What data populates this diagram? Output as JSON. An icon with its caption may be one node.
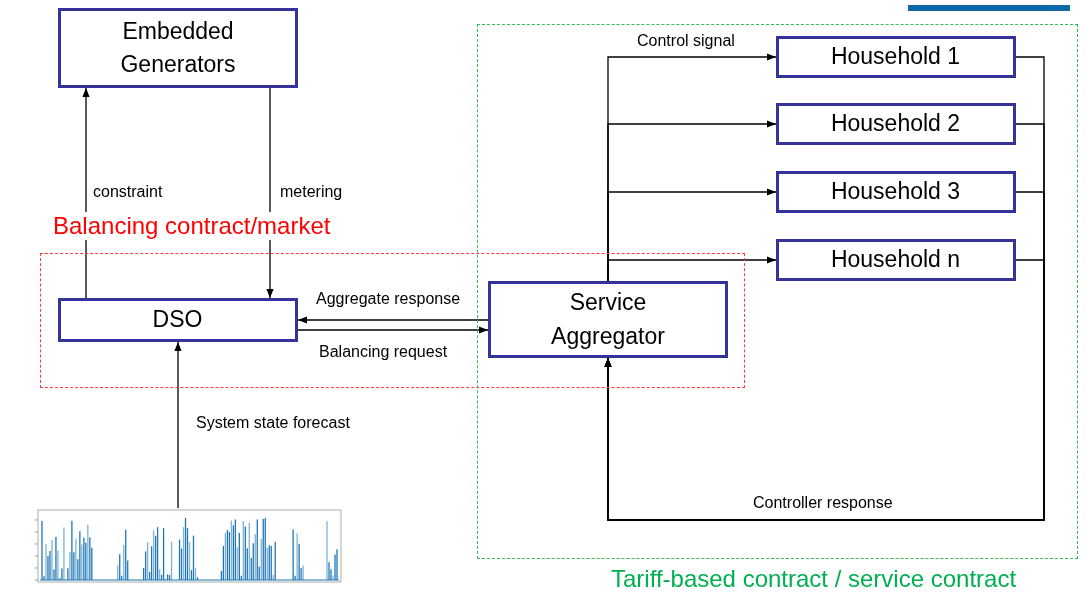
{
  "diagram": {
    "nodes": [
      {
        "text": [
          "Embedded Generators"
        ]
      },
      {
        "text": [
          "Balancing contract/market"
        ]
      },
      {
        "text": [
          "DSO"
        ],
        "in": 1
      },
      {
        "text": [
          "Tariff-based contract / service contract"
        ]
      },
      {
        "text": [
          "Service Aggregator"
        ]
      },
      {
        "text": [
          "Household 1"
        ],
        "in": 3
      },
      {
        "text": [
          "Household 2"
        ],
        "in": 3
      },
      {
        "text": [
          "Household 3"
        ],
        "in": 3
      },
      {
        "text": [
          "Household n"
        ],
        "in": 3
      },
      {
        "text": [],
        "shape": "picture"
      }
    ],
    "edges": [
      {
        "from": 2,
        "to": 0,
        "arrow": "to",
        "label": "constraint"
      },
      {
        "from": 0,
        "to": 2,
        "arrow": "to",
        "label": "metering"
      },
      {
        "from": 4,
        "to": 2,
        "arrow": "to",
        "label": "Aggregate response"
      },
      {
        "from": 2,
        "to": 4,
        "arrow": "to",
        "label": "Balancing request"
      },
      {
        "from": 9,
        "to": 2,
        "arrow": "to",
        "label": "System state forecast"
      },
      {
        "from": 4,
        "to": 5,
        "arrow": "to",
        "label": "Control signal"
      },
      {
        "from": 4,
        "to": 6,
        "arrow": "to"
      },
      {
        "from": 4,
        "to": 7,
        "arrow": "to"
      },
      {
        "from": 4,
        "to": 8,
        "arrow": "to"
      },
      {
        "from": 5,
        "to": 4,
        "arrow": "to",
        "label": "Controller response"
      },
      {
        "from": 6,
        "to": 4,
        "arrow": "to"
      },
      {
        "from": 7,
        "to": 4,
        "arrow": "to"
      },
      {
        "from": 8,
        "to": 4,
        "arrow": "to"
      }
    ]
  }
}
